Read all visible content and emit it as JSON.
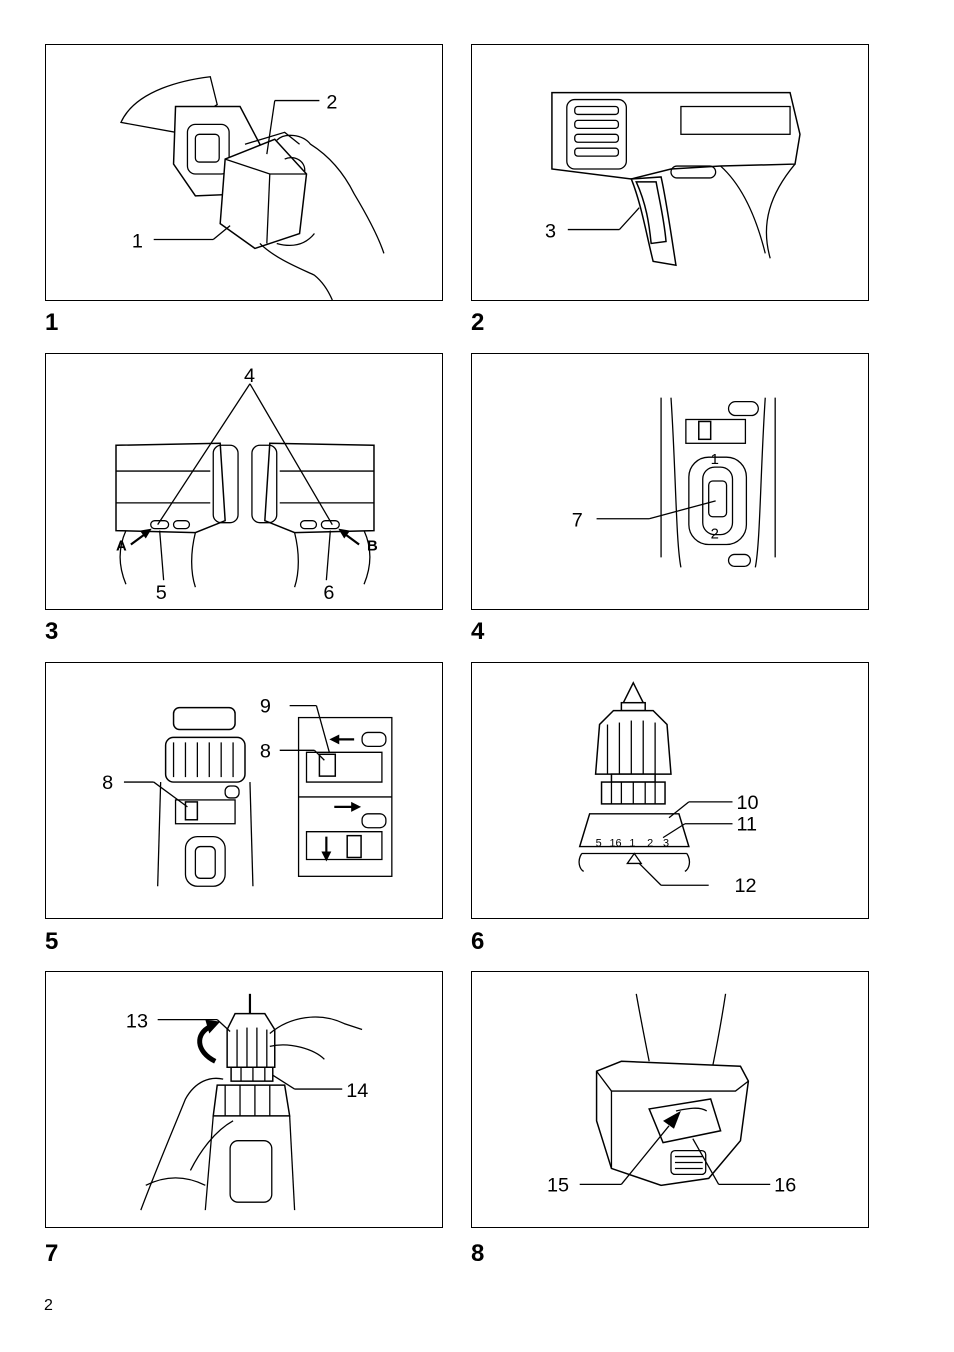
{
  "figures": [
    {
      "number": "1",
      "callouts": [
        "1",
        "2"
      ]
    },
    {
      "number": "2",
      "callouts": [
        "3"
      ]
    },
    {
      "number": "3",
      "callouts": [
        "4",
        "5",
        "6"
      ],
      "direction_labels": [
        "A",
        "B"
      ]
    },
    {
      "number": "4",
      "callouts": [
        "7"
      ],
      "speed_marks": [
        "1",
        "2"
      ]
    },
    {
      "number": "5",
      "callouts": [
        "8",
        "9",
        "8"
      ]
    },
    {
      "number": "6",
      "callouts": [
        "10",
        "11",
        "12"
      ],
      "scale_marks": [
        "5",
        "16",
        "1",
        "2",
        "3"
      ]
    },
    {
      "number": "7",
      "callouts": [
        "13",
        "14"
      ]
    },
    {
      "number": "8",
      "callouts": [
        "15",
        "16"
      ]
    }
  ],
  "page_number": "2"
}
